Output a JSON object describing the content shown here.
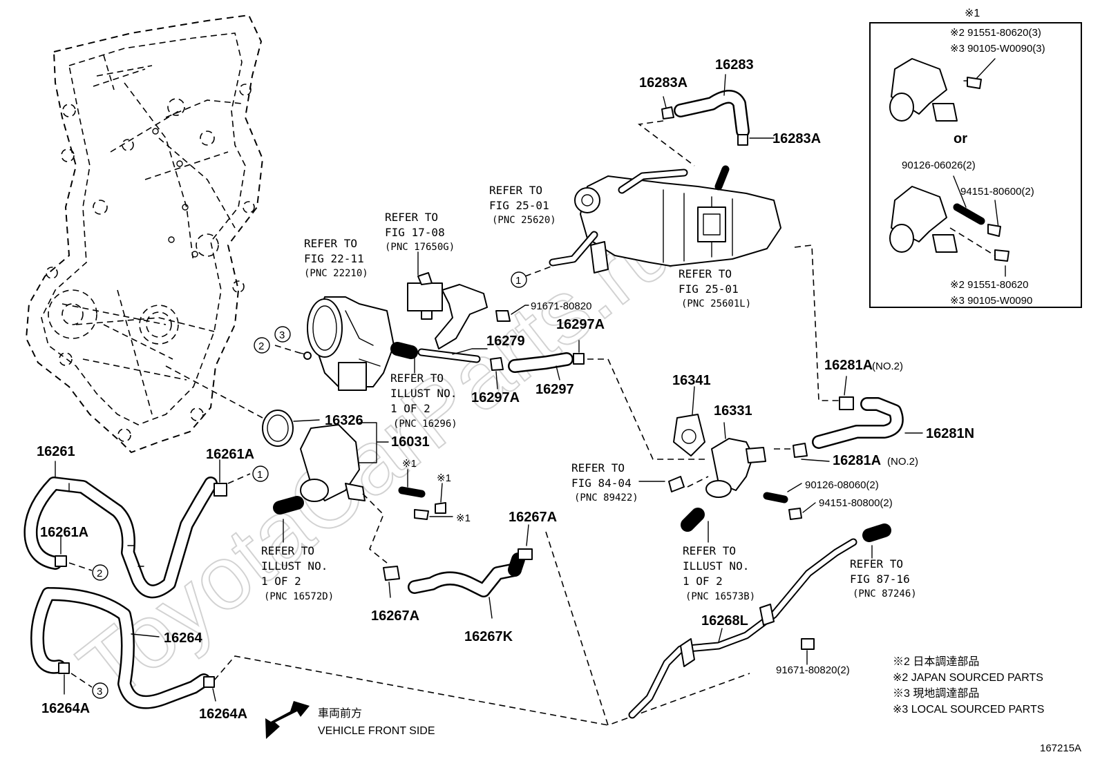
{
  "watermark": "ToyotaCarParts.ru",
  "figure_id": "167215A",
  "legend": {
    "mark1": "※1",
    "japan_jp": "※2 日本調達部品",
    "japan_en": "※2 JAPAN SOURCED PARTS",
    "local_jp": "※3 現地調達部品",
    "local_en": "※3 LOCAL SOURCED PARTS"
  },
  "front": {
    "jp": "車両前方",
    "en": "VEHICLE FRONT SIDE"
  },
  "inset": {
    "title": "※1",
    "a1": "※2 91551-80620(3)",
    "a2": "※3 90105-W0090(3)",
    "or": "or",
    "b1": "90126-06026(2)",
    "b2": "94151-80600(2)",
    "c1": "※2 91551-80620",
    "c2": "※3 90105-W0090"
  },
  "parts": {
    "p16283": "16283",
    "p16283A_1": "16283A",
    "p16283A_2": "16283A",
    "p16279": "16279",
    "p16297A_1": "16297A",
    "p16297A_2": "16297A",
    "p16297": "16297",
    "p16341": "16341",
    "p16331": "16331",
    "p16281A_1": "16281A",
    "p16281A_1s": "(NO.2)",
    "p16281A_2": "16281A",
    "p16281A_2s": "(NO.2)",
    "p16281N": "16281N",
    "p16326": "16326",
    "p16031": "16031",
    "p16261": "16261",
    "p16261A_1": "16261A",
    "p16261A_2": "16261A",
    "p16264": "16264",
    "p16264A_1": "16264A",
    "p16264A_2": "16264A",
    "p16267A_1": "16267A",
    "p16267A_2": "16267A",
    "p16267K": "16267K",
    "p16268L": "16268L",
    "b9167180820": "91671-80820",
    "b9167180820_2": "91671-80820(2)",
    "b9012608060": "90126-08060(2)",
    "b9415180800": "94151-80800(2)",
    "m1a": "※1",
    "m1b": "※1",
    "m1c": "※1"
  },
  "refs": {
    "r1": {
      "l1": "REFER TO",
      "l2": "FIG 22-11",
      "l3": "(PNC 22210)"
    },
    "r2": {
      "l1": "REFER TO",
      "l2": "FIG 17-08",
      "l3": "(PNC 17650G)"
    },
    "r3": {
      "l1": "REFER TO",
      "l2": "FIG 25-01",
      "l3": "(PNC 25620)"
    },
    "r4": {
      "l1": "REFER TO",
      "l2": "FIG 25-01",
      "l3": "(PNC 25601L)"
    },
    "r5": {
      "l1": "REFER TO",
      "l2": "ILLUST NO.",
      "l3": "1 OF 2",
      "l4": "(PNC 16296)"
    },
    "r6": {
      "l1": "REFER TO",
      "l2": "ILLUST NO.",
      "l3": "1 OF 2",
      "l4": "(PNC 16572D)"
    },
    "r7": {
      "l1": "REFER TO",
      "l2": "ILLUST NO.",
      "l3": "1 OF 2",
      "l4": "(PNC 16573B)"
    },
    "r8": {
      "l1": "REFER TO",
      "l2": "FIG 84-04",
      "l3": "(PNC 89422)"
    },
    "r9": {
      "l1": "REFER TO",
      "l2": "FIG 87-16",
      "l3": "(PNC 87246)"
    }
  },
  "callouts": {
    "c1": "1",
    "c2": "2",
    "c3": "3"
  }
}
